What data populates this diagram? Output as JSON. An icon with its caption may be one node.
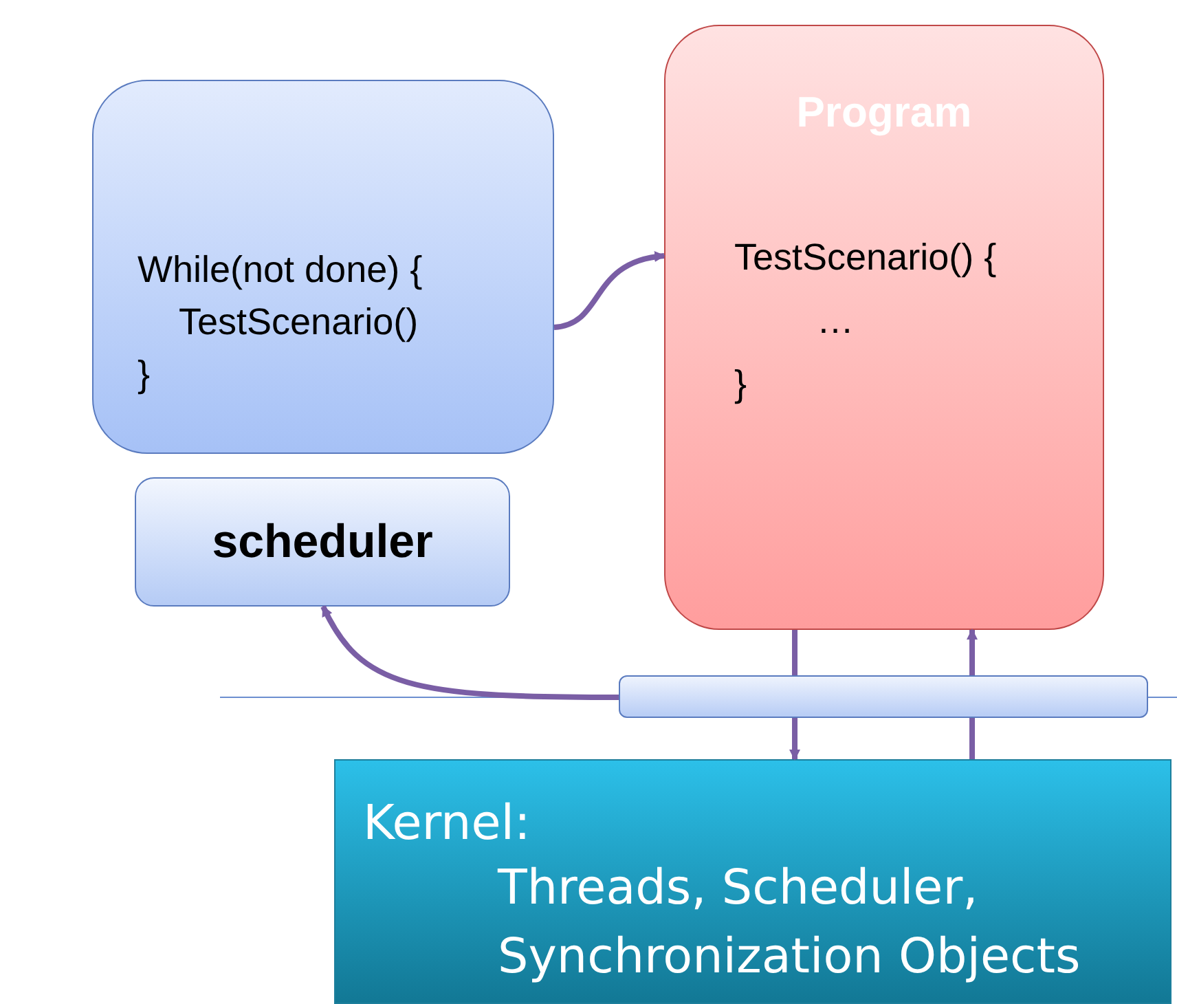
{
  "diagram": {
    "nodes": [
      {
        "text": [
          "While(not done) { TestScenario() }"
        ]
      },
      {
        "text": [
          "Program",
          "TestScenario() { … }"
        ]
      },
      {
        "text": [
          "scheduler"
        ]
      },
      {
        "text": [],
        "shape": "bar"
      },
      {
        "text": [
          "Kernel:",
          "Threads, Scheduler, Synchronization Objects"
        ]
      }
    ],
    "edges": [
      {
        "from": 0,
        "to": 1,
        "arrow": "to"
      },
      {
        "from": 3,
        "to": 2,
        "arrow": "to"
      },
      {
        "from": 1,
        "to": 3,
        "arrow": "none"
      },
      {
        "from": 3,
        "to": 4,
        "arrow": "to"
      },
      {
        "from": 4,
        "to": 3,
        "arrow": "none"
      },
      {
        "from": 3,
        "to": 1,
        "arrow": "to"
      }
    ]
  }
}
